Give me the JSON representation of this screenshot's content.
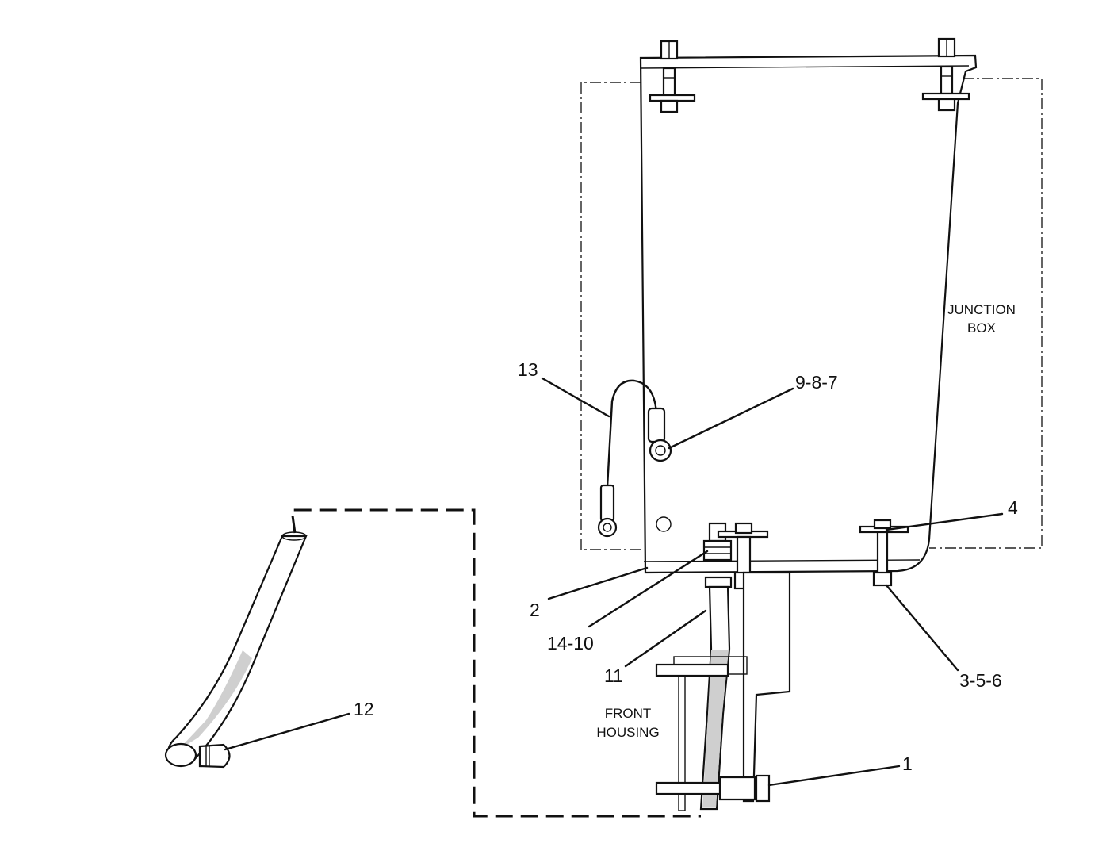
{
  "callouts": {
    "c1": "1",
    "c2": "2",
    "c356": "3-5-6",
    "c4": "4",
    "c987": "9-8-7",
    "c11": "11",
    "c12": "12",
    "c13": "13",
    "c1410": "14-10"
  },
  "labels": {
    "junction_line1": "JUNCTION",
    "junction_line2": "BOX",
    "front_line1": "FRONT",
    "front_line2": "HOUSING"
  }
}
